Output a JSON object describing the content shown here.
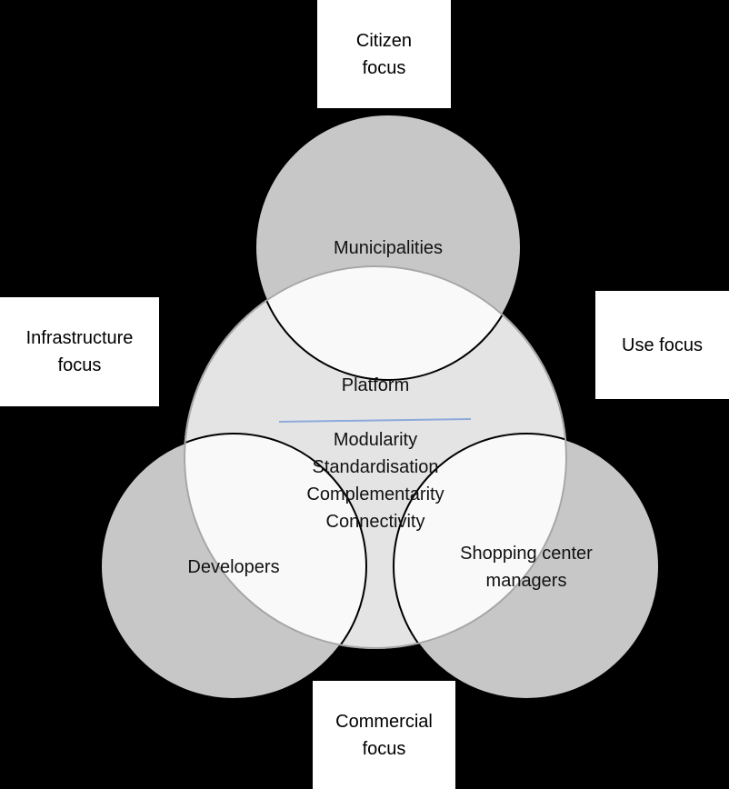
{
  "focus_boxes": {
    "citizen": "Citizen\nfocus",
    "infrastructure": "Infrastructure\nfocus",
    "use": "Use focus",
    "commercial": "Commercial\nfocus"
  },
  "actors": {
    "municipalities": "Municipalities",
    "developers": "Developers",
    "shopping_line1": "Shopping center",
    "shopping_line2": "managers"
  },
  "platform": {
    "title": "Platform",
    "attributes": [
      "Modularity",
      "Standardisation",
      "Complementarity",
      "Connectivity"
    ]
  },
  "colors": {
    "background": "#000000",
    "platform_fill": "#e4e4e4",
    "platform_stroke": "#a6a6a6",
    "actor_fill": "#ffffff",
    "divider": "#8eaadb"
  }
}
